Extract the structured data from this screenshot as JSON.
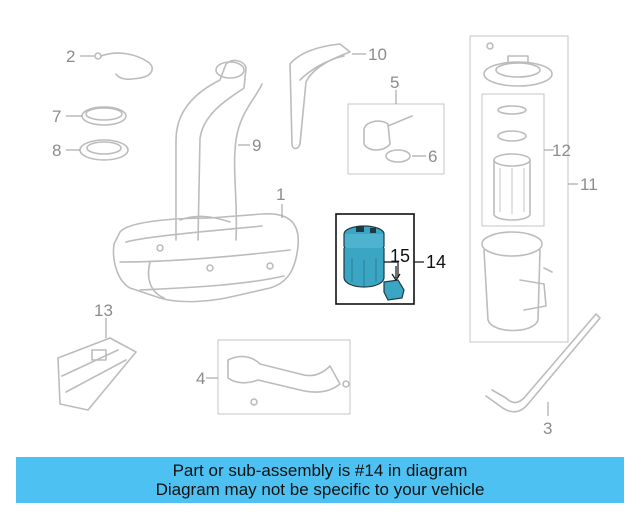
{
  "callouts": {
    "c1": "1",
    "c2": "2",
    "c3": "3",
    "c4": "4",
    "c5": "5",
    "c6": "6",
    "c7": "7",
    "c8": "8",
    "c9": "9",
    "c10": "10",
    "c11": "11",
    "c12": "12",
    "c13": "13",
    "c14": "14",
    "c15": "15"
  },
  "highlight": {
    "part": "14",
    "color": "#3aa6c4"
  },
  "banner": {
    "line1": "Part or sub-assembly is #14 in diagram",
    "line2": "Diagram may not be specific to your vehicle",
    "background": "#4dc1f1"
  }
}
